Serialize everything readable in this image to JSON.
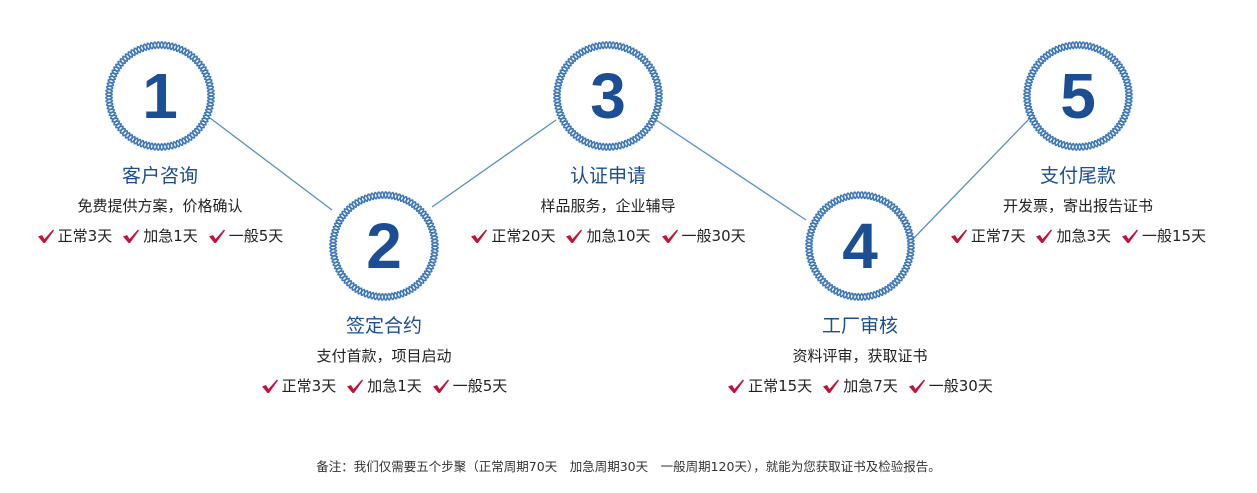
{
  "accent_color": "#1b4e93",
  "check_color": "#c0143c",
  "steps": [
    {
      "number": "1",
      "title": "客户咨询",
      "desc": "免费提供方案，价格确认",
      "times": [
        "正常3天",
        "加急1天",
        "一般5天"
      ]
    },
    {
      "number": "2",
      "title": "签定合约",
      "desc": "支付首款，项目启动",
      "times": [
        "正常3天",
        "加急1天",
        "一般5天"
      ]
    },
    {
      "number": "3",
      "title": "认证申请",
      "desc": "样品服务，企业辅导",
      "times": [
        "正常20天",
        "加急10天",
        "一般30天"
      ]
    },
    {
      "number": "4",
      "title": "工厂审核",
      "desc": "资料评审，获取证书",
      "times": [
        "正常15天",
        "加急7天",
        "一般30天"
      ]
    },
    {
      "number": "5",
      "title": "支付尾款",
      "desc": "开发票，寄出报告证书",
      "times": [
        "正常7天",
        "加急3天",
        "一般15天"
      ]
    }
  ],
  "note": "备注：我们仅需要五个步聚（正常周期70天　加急周期30天　一般周期120天），就能为您获取证书及检验报告。"
}
